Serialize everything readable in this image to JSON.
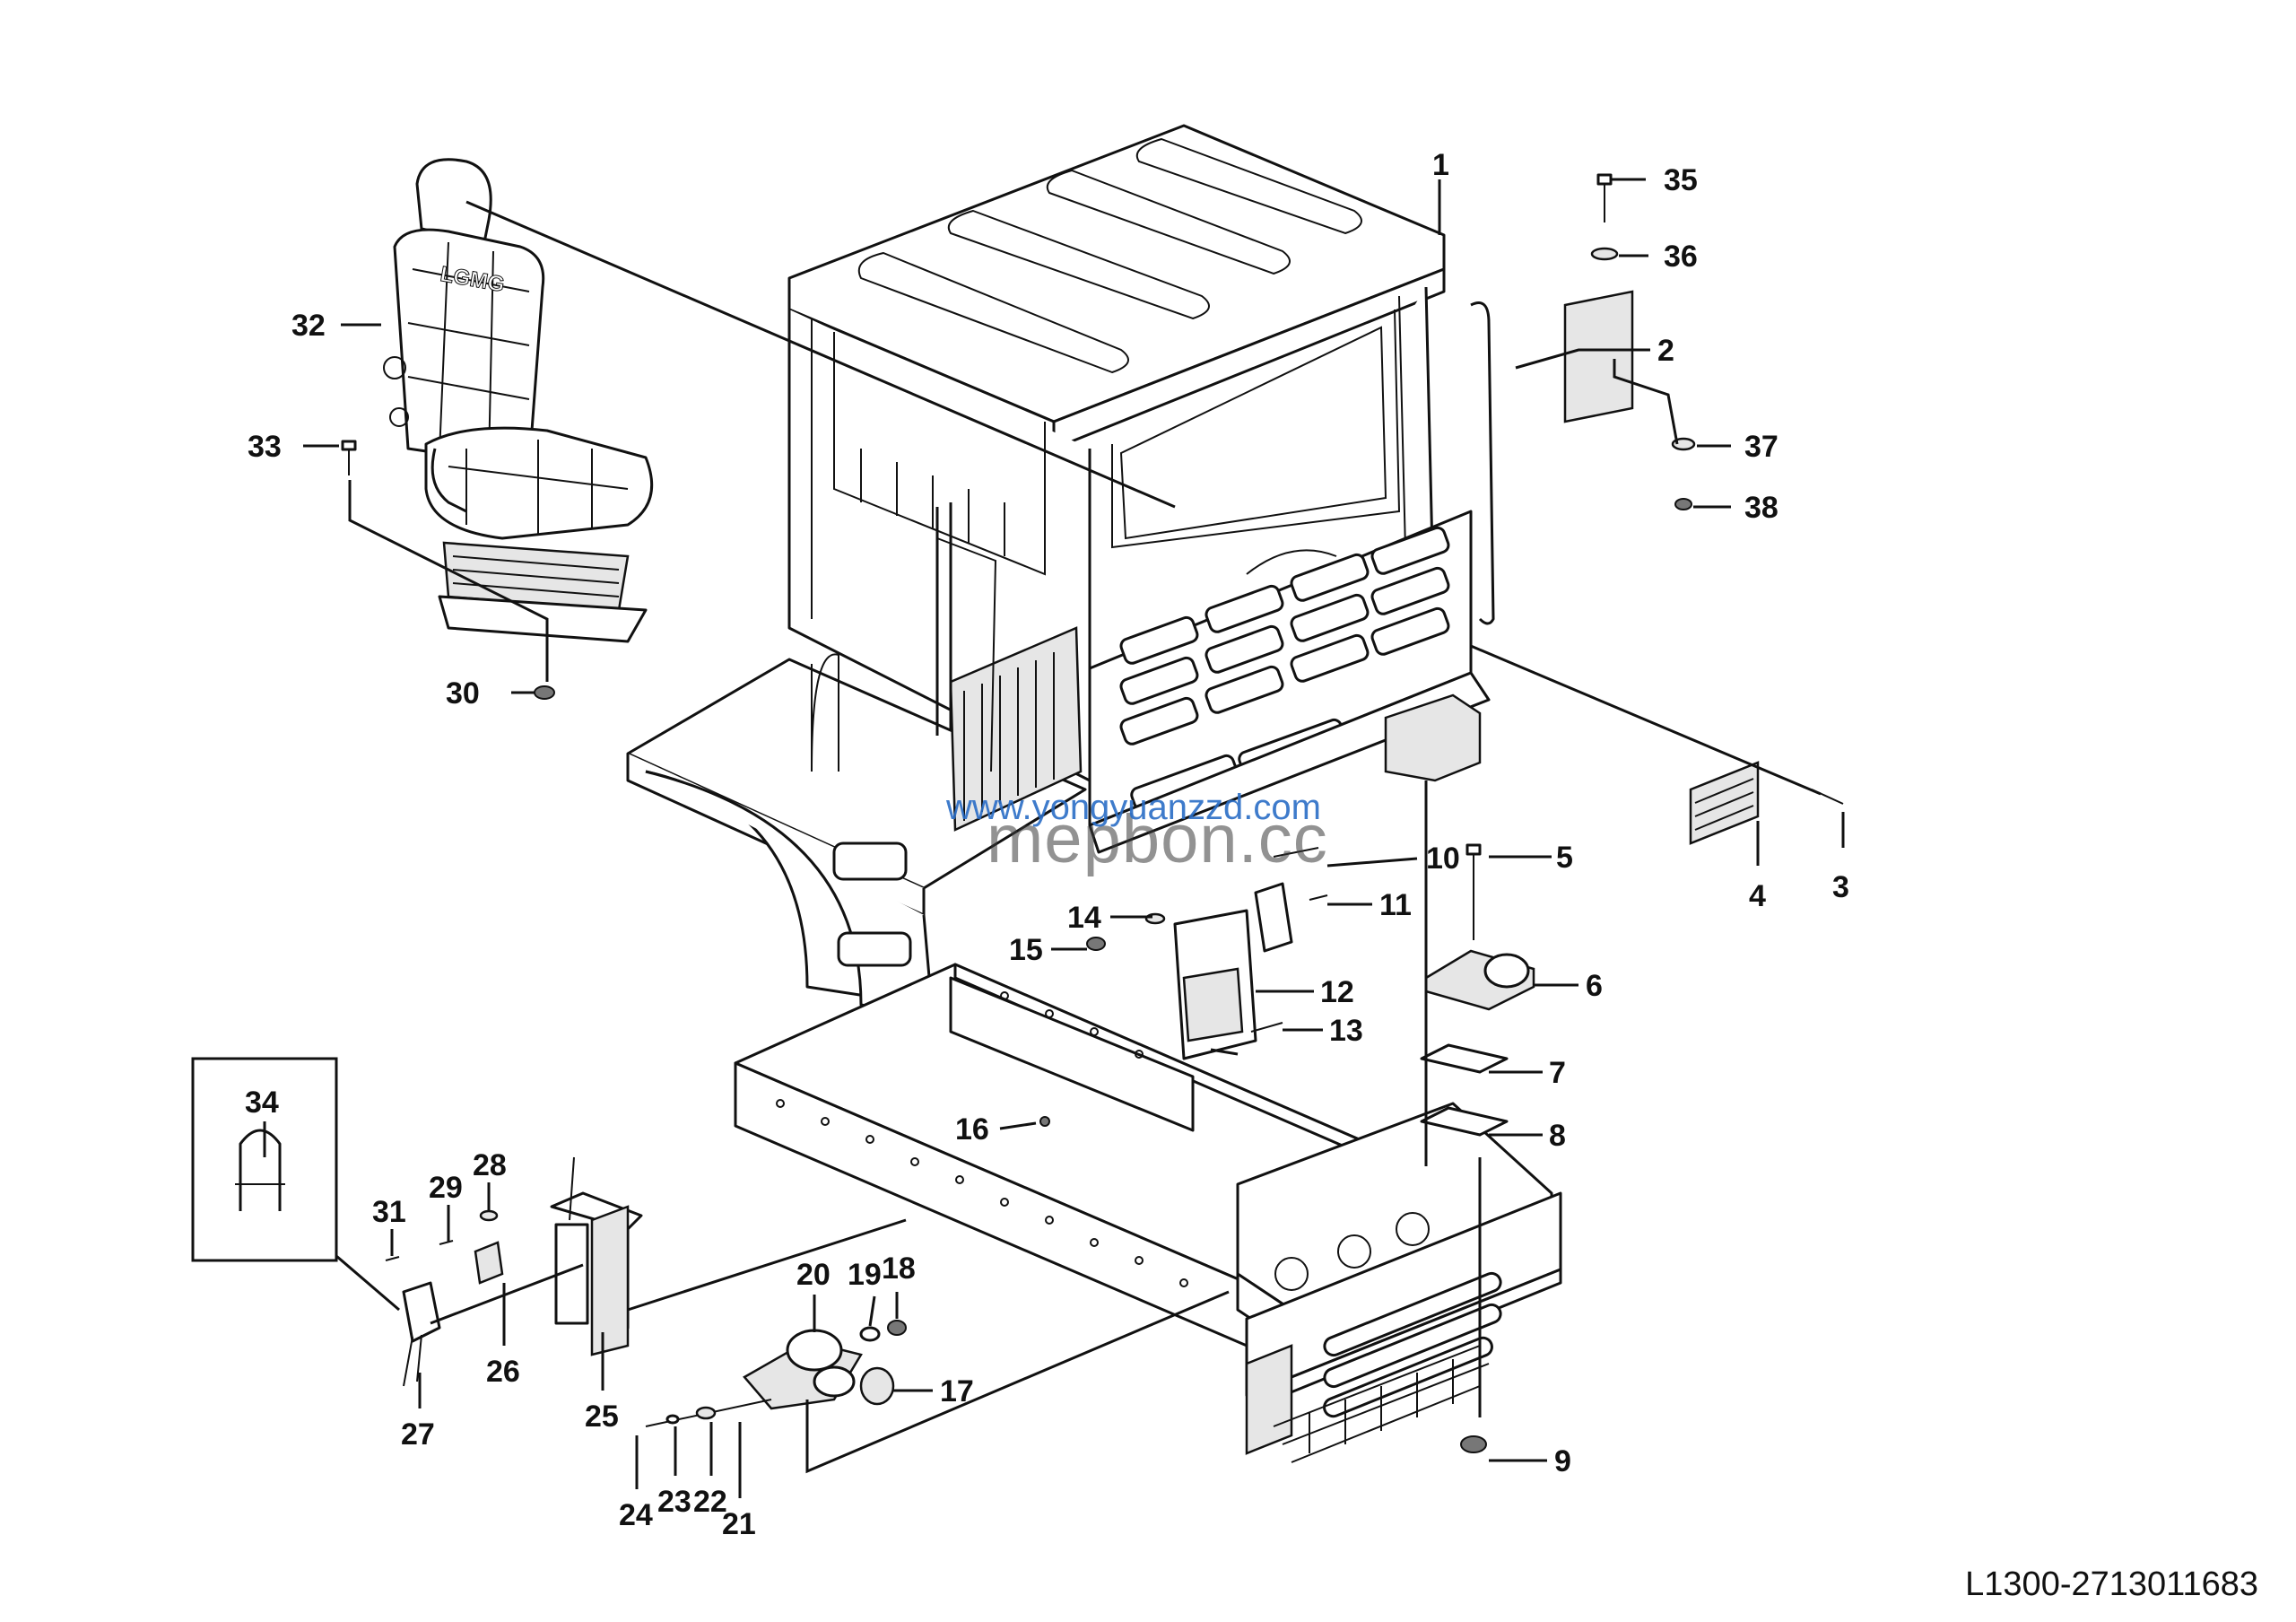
{
  "diagram": {
    "part_numbers": [
      "1",
      "2",
      "3",
      "4",
      "5",
      "6",
      "7",
      "8",
      "9",
      "10",
      "11",
      "12",
      "13",
      "14",
      "15",
      "16",
      "17",
      "18",
      "19",
      "20",
      "21",
      "22",
      "23",
      "24",
      "25",
      "26",
      "27",
      "28",
      "29",
      "30",
      "31",
      "32",
      "33",
      "34",
      "35",
      "36",
      "37",
      "38"
    ],
    "seat_logo": "LGMG",
    "drawing_code": "L1300-2713011683",
    "watermark_text": "www.yongyuanzzd.com",
    "watermark_overlay": "mepbon.cc"
  }
}
